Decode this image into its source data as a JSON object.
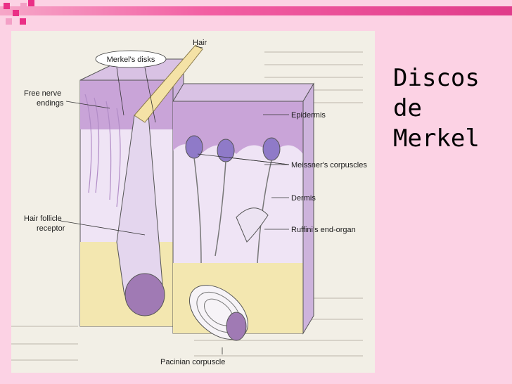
{
  "slide": {
    "title": "Discos\nde\nMerkel",
    "colors": {
      "background": "#fcd2e4",
      "accent": "#ea2f86",
      "epidermis": "#c9a4d8",
      "dermis": "#efe4f5",
      "hypodermis": "#f3e7b0"
    }
  },
  "diagram": {
    "labels": {
      "merkels_disks": "Merkel's disks",
      "hair": "Hair",
      "free_nerve_endings_1": "Free nerve",
      "free_nerve_endings_2": "endings",
      "epidermis": "Epidermis",
      "meissners_corpuscles": "Meissner's corpuscles",
      "dermis": "Dermis",
      "hair_follicle_receptor_1": "Hair follicle",
      "hair_follicle_receptor_2": "receptor",
      "ruffinis_end_organ": "Ruffini's end-organ",
      "pacinian_corpuscle": "Pacinian corpuscle"
    }
  }
}
